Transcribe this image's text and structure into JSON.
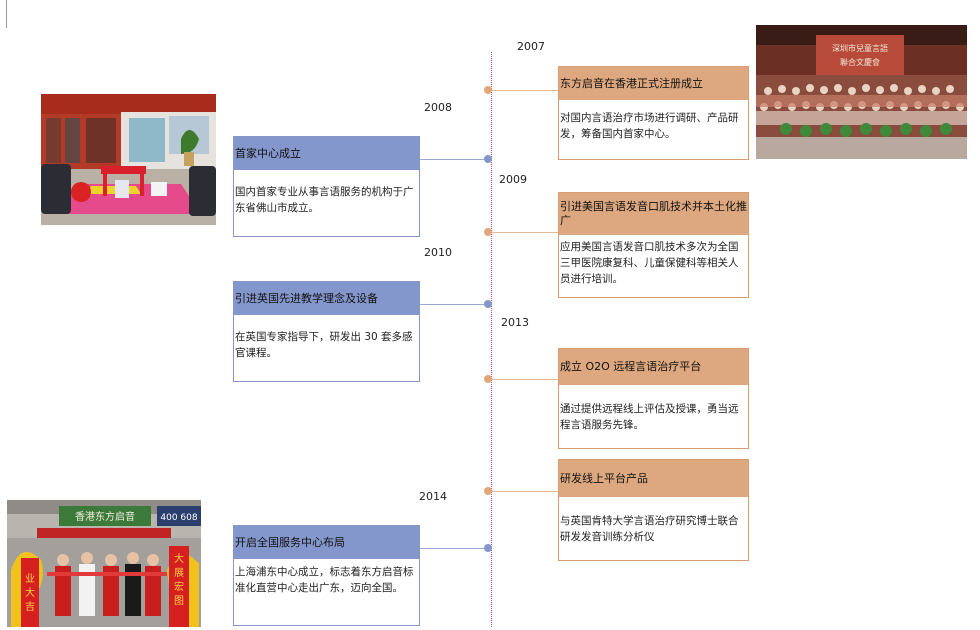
{
  "timeline": {
    "years": {
      "y2007": "2007",
      "y2008": "2008",
      "y2009": "2009",
      "y2010": "2010",
      "y2013": "2013",
      "y2014": "2014"
    },
    "events": {
      "e2007": {
        "title": "东方启音在香港正式注册成立",
        "body": "对国内言语治疗市场进行调研、产品研发，筹备国内首家中心。"
      },
      "e2008": {
        "title": "首家中心成立",
        "body": "国内首家专业从事言语服务的机构于广东省佛山市成立。"
      },
      "e2009": {
        "title": "引进美国言语发音口肌技术并本土化推广",
        "body": "应用美国言语发音口肌技术多次为全国三甲医院康复科、儿童保健科等相关人员进行培训。"
      },
      "e2010": {
        "title": "引进英国先进教学理念及设备",
        "body": "在英国专家指导下，研发出 30 套多感官课程。"
      },
      "e2013": {
        "title": "成立 O2O 远程言语治疗平台",
        "body": "通过提供远程线上评估及授课，勇当远程言语服务先锋。"
      },
      "e2013b": {
        "title": "研发线上平台产品",
        "body": "与英国肯特大学言语治疗研究博士联合研发发音训练分析仪"
      },
      "e2014": {
        "title": "开启全国服务中心布局",
        "body": "上海浦东中心成立，标志着东方启音标准化直营中心走出广东，迈向全国。"
      }
    },
    "photos": {
      "group_banner": "深圳市兒童言語\n聯合文慶會",
      "shop_sign": "香港东方启音",
      "shop_phone": "400 608",
      "couplet_left": "业大吉",
      "couplet_right": "大展宏图"
    },
    "colors": {
      "blue": "#8497cc",
      "orange": "#dda87f",
      "axis": "#d24a6a"
    }
  }
}
